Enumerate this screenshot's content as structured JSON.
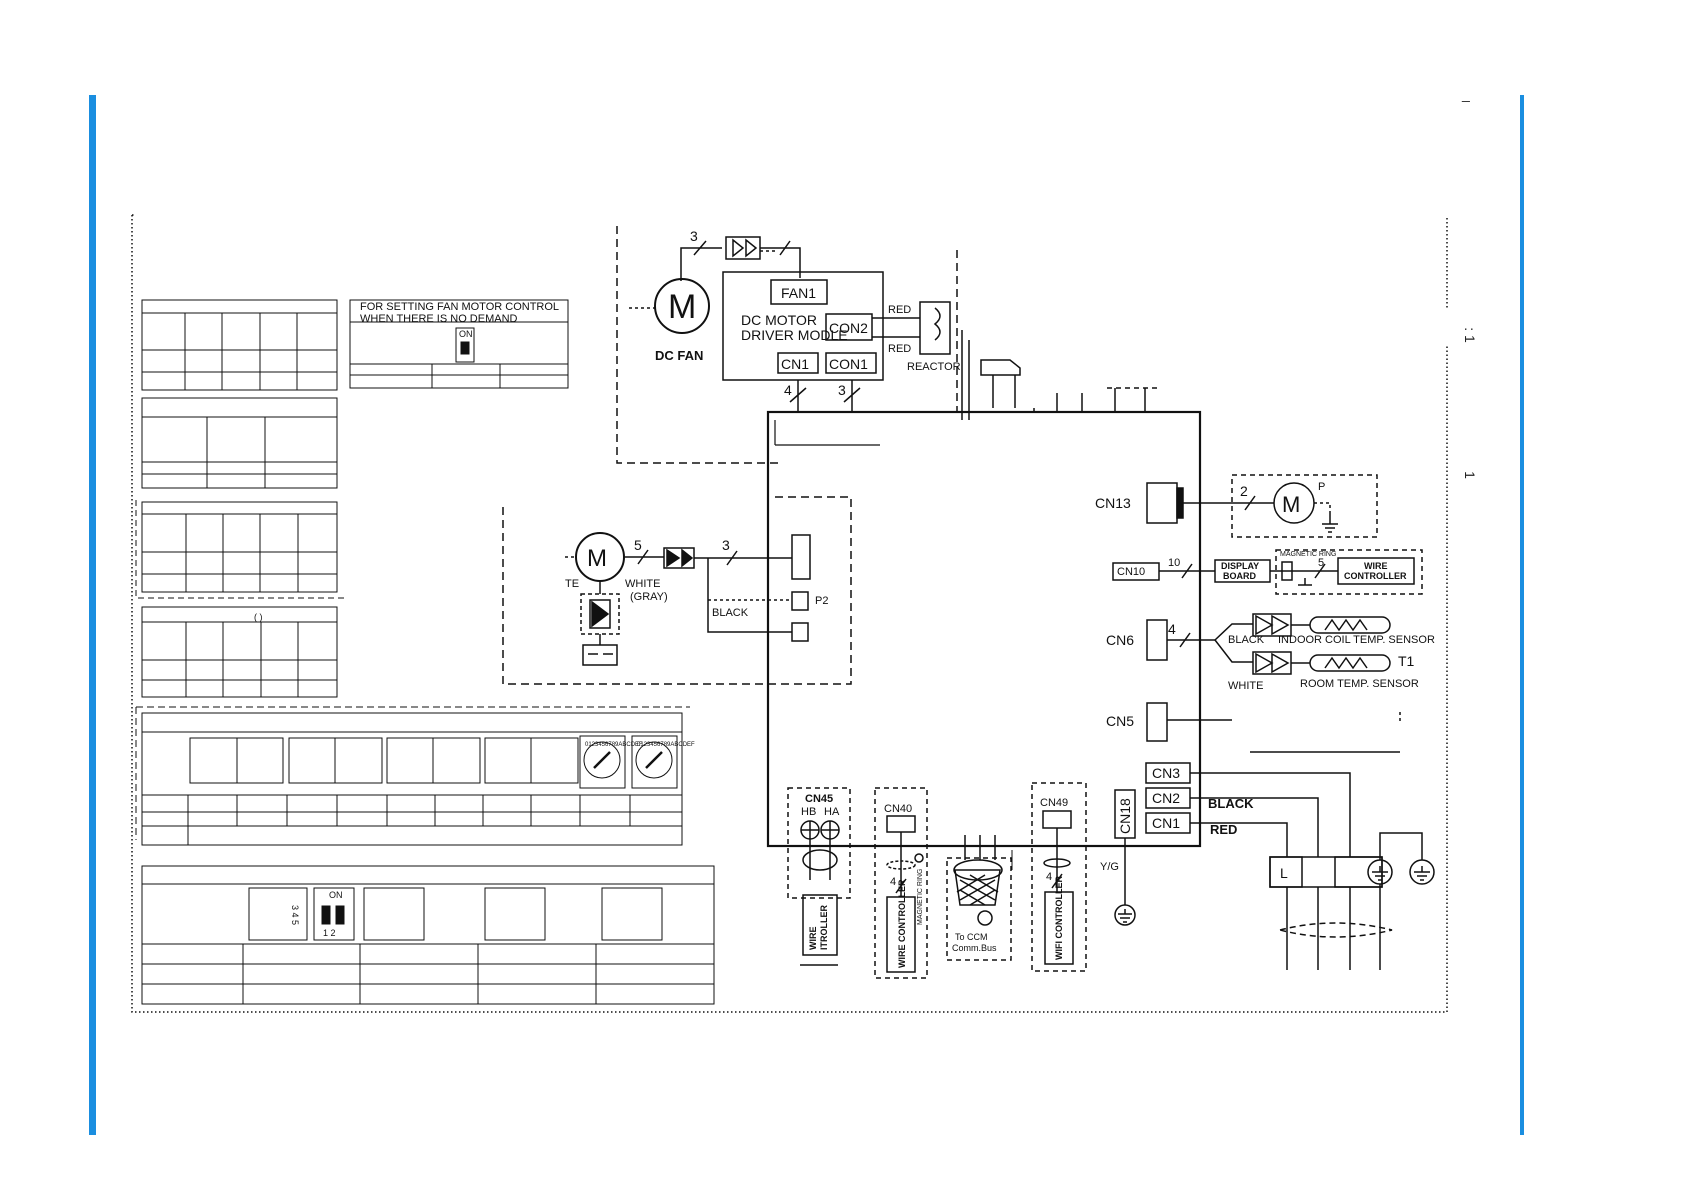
{
  "page": {
    "margin_marks": [
      "_",
      ": 1",
      "1"
    ]
  },
  "colors": {
    "accent_bar": "#1a8ee0",
    "line": "#111111"
  },
  "fan_table": {
    "note_line1": "FOR SETTING FAN MOTOR CONTROL",
    "note_line2": "WHEN THERE IS NO DEMAND",
    "switch_label": "ON"
  },
  "dip_table": {
    "switch_label": "ON",
    "switch_numbers": "1 2",
    "rotary_digits": "0123456789ABCDEF",
    "partial_label": "3 4 5",
    "paren_text": "(        )"
  },
  "dc_fan_section": {
    "motor_letter": "M",
    "motor_label": "DC FAN",
    "wire_count_top": "3",
    "module_label_line1": "DC MOTOR",
    "module_label_line2": "DRIVER MODLE",
    "fan1": "FAN1",
    "con2": "CON2",
    "cn1": "CN1",
    "con1": "CON1",
    "wire_count_cn1": "4",
    "wire_count_con1": "3",
    "red_top": "RED",
    "red_bottom": "RED",
    "reactor": "REACTOR"
  },
  "swing_section": {
    "motor_letter": "M",
    "te_label": "TE",
    "wire_count_5": "5",
    "wire_count_3": "3",
    "white_label": "WHITE",
    "gray_label": "(GRAY)",
    "black_label": "BLACK",
    "p2_label": "P2"
  },
  "main_board": {
    "cn13": "CN13",
    "cn10": "CN10",
    "cn6": "CN6",
    "cn5": "CN5",
    "cn3": "CN3",
    "cn2": "CN2",
    "cn1": "CN1",
    "cn18": "CN18",
    "cn45": "CN45",
    "hb": "HB",
    "ha": "HA",
    "cn40": "CN40",
    "cn49": "CN49",
    "yg": "Y/G"
  },
  "right_side": {
    "pump_motor_letter": "M",
    "pump_label": "P",
    "wire_count_2": "2",
    "wire_count_10": "10",
    "display_board_line1": "DISPLAY",
    "display_board_line2": "BOARD",
    "magnetic_ring": "MAGNETIC RING",
    "wire_count_5": "5",
    "wire_controller_line1": "WIRE",
    "wire_controller_line2": "CONTROLLER",
    "wire_count_4": "4",
    "black_sensor": "BLACK",
    "indoor_coil_sensor": "INDOOR COIL TEMP. SENSOR",
    "t1": "T1",
    "white_sensor": "WHITE",
    "room_temp_sensor": "ROOM TEMP. SENSOR",
    "black_power": "BLACK",
    "red_power": "RED",
    "l_terminal": "L"
  },
  "bottom_modules": {
    "wire_controller_left_line1": "WIRE",
    "wire_controller_left_line2": "ITROLLER",
    "wire_controller_mid": "WIRE CONTROLLER",
    "magnetic_ring_mid": "MAGNETIC RING",
    "wire_count_4a": "4",
    "to_ccm_line1": "To CCM",
    "to_ccm_line2": "Comm.Bus",
    "wifi_controller": "WIFI CONTROLLER",
    "wire_count_4b": "4"
  }
}
